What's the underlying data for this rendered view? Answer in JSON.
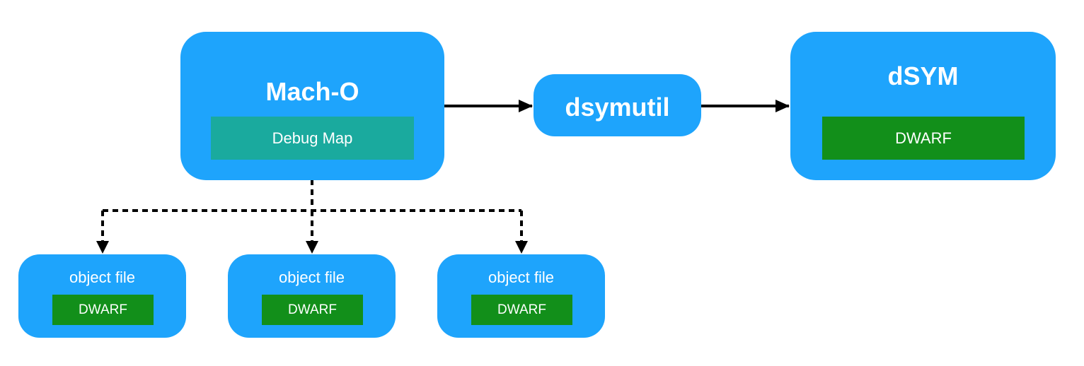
{
  "macho": {
    "title": "Mach-O",
    "debug_map": "Debug Map"
  },
  "dsymutil": {
    "title": "dsymutil"
  },
  "dsym": {
    "title": "dSYM",
    "dwarf": "DWARF"
  },
  "object_files": [
    {
      "title": "object file",
      "dwarf": "DWARF"
    },
    {
      "title": "object file",
      "dwarf": "DWARF"
    },
    {
      "title": "object file",
      "dwarf": "DWARF"
    }
  ],
  "colors": {
    "node": "#1ea4fc",
    "debug_map": "#1aaa9e",
    "dwarf": "#128f1a",
    "line": "#000000"
  }
}
